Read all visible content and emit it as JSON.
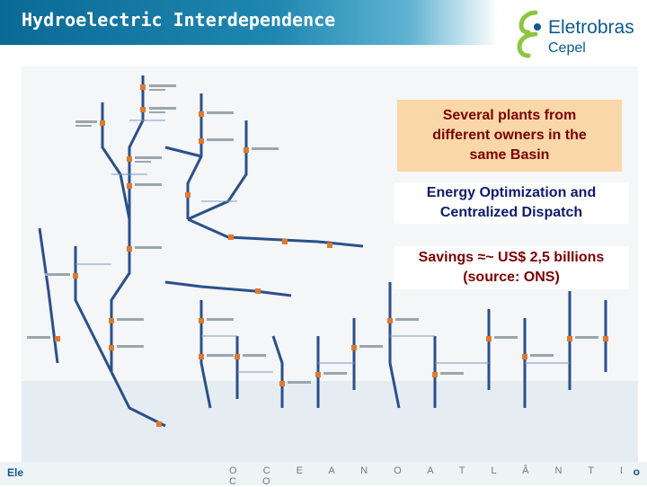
{
  "header": {
    "title": "Hydroelectric Interdependence"
  },
  "logo": {
    "name": "Eletrobras",
    "subtitle": "Cepel"
  },
  "callout": {
    "lines": [
      "Several plants from",
      "different owners in the",
      "same Basin"
    ]
  },
  "dispatch": {
    "lines": [
      "Energy Optimization and",
      "Centralized Dispatch"
    ]
  },
  "savings": {
    "line1": "Savings ≈~ US$ 2,5 billions",
    "line2": "(source: ONS)"
  },
  "map": {
    "ocean_label": "O C E A N O   A T L Â N T I C O"
  },
  "footer": {
    "left": "Ele",
    "right": "o"
  },
  "colors": {
    "header_band": "#0a6a95",
    "callout_bg": "#f9d7a8",
    "callout_text": "#7a0000",
    "dispatch_text": "#0d1a6b",
    "logo_green": "#8cc63f",
    "logo_blue": "#0d5a90"
  }
}
